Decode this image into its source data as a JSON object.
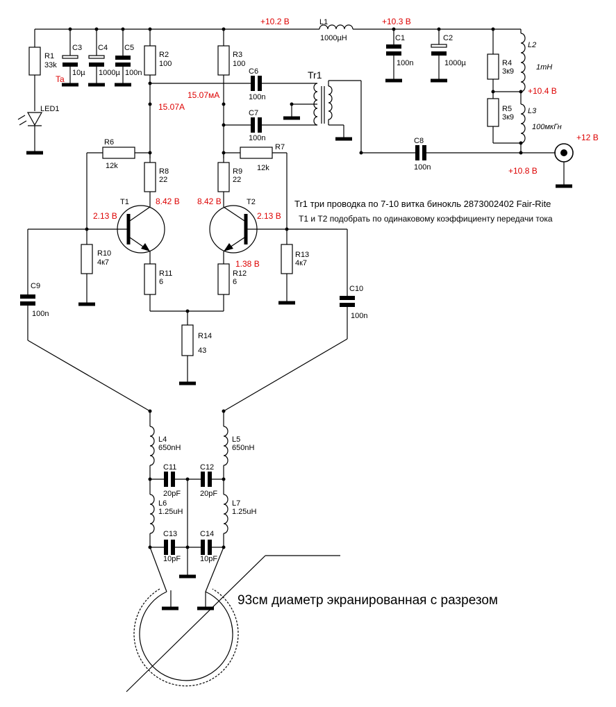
{
  "labels": {
    "R1": "R1",
    "R1v": "33k",
    "LED1": "LED1",
    "C3": "C3",
    "C3v": "10µ",
    "C3ta": "Ta",
    "C4": "C4",
    "C4v": "1000µ",
    "C5": "C5",
    "C5v": "100n",
    "R2": "R2",
    "R2v": "100",
    "R3": "R3",
    "R3v": "100",
    "L1": "L1",
    "L1v": "1000µH",
    "C1": "C1",
    "C1v": "100n",
    "C2": "C2",
    "C2v": "1000µ",
    "R4": "R4",
    "R4v": "3к9",
    "L2": "L2",
    "L2v": "1mH",
    "R5": "R5",
    "R5v": "3к9",
    "L3": "L3",
    "L3v": "100мкГн",
    "C6": "C6",
    "C6v": "100n",
    "C7": "C7",
    "C7v": "100n",
    "Tr1": "Tr1",
    "C8": "C8",
    "C8v": "100n",
    "R6": "R6",
    "R6v": "12k",
    "R7": "R7",
    "R7v": "12k",
    "R8": "R8",
    "R8v": "22",
    "R9": "R9",
    "R9v": "22",
    "T1": "T1",
    "T2": "T2",
    "R10": "R10",
    "R10v": "4к7",
    "R13": "R13",
    "R13v": "4к7",
    "R11": "R11",
    "R11v": "6",
    "R12": "R12",
    "R12v": "6",
    "R14": "R14",
    "R14v": "43",
    "C9": "C9",
    "C9v": "100n",
    "C10": "C10",
    "C10v": "100n",
    "L4": "L4",
    "L4v": "650nH",
    "L5": "L5",
    "L5v": "650nH",
    "C11": "C11",
    "C11v": "20pF",
    "C12": "C12",
    "C12v": "20pF",
    "L6": "L6",
    "L6v": "1.25uH",
    "L7": "L7",
    "L7v": "1.25uH",
    "C13": "C13",
    "C13v": "10pF",
    "C14": "C14",
    "C14v": "10pF"
  },
  "voltages": {
    "v10_2": "+10.2 В",
    "v10_3": "+10.3 В",
    "v10_4": "+10.4 В",
    "v12": "+12 В",
    "v10_8": "+10.8 В",
    "i1": "15.07мА",
    "i2": "15.07A",
    "t1c": "8.42 В",
    "t2c": "8.42 В",
    "t1b": "2.13 В",
    "t2b": "2.13 В",
    "t2e": "1.38 В"
  },
  "notes": {
    "tr1": "Tr1 три проводка по 7-10 витка бинокль 2873002402 Fair-Rite",
    "match": "T1 и T2 подобрать по одинаковому коэффициенту передачи тока",
    "loop": "93см диаметр экранированная с разрезом"
  }
}
